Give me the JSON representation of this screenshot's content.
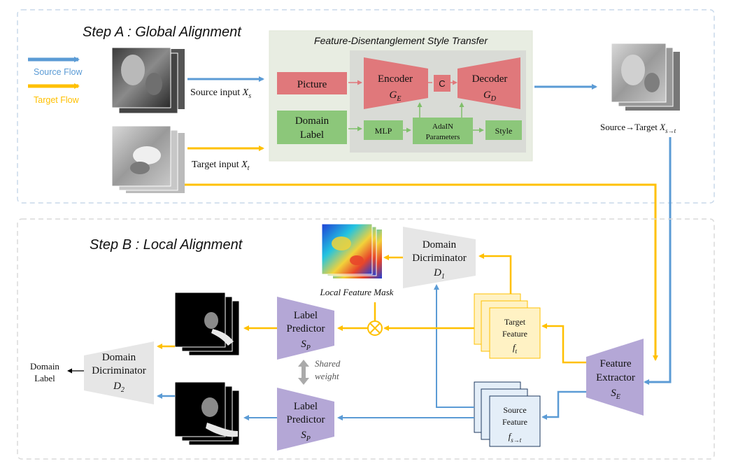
{
  "colors": {
    "blue": "#5b9bd5",
    "yellow": "#ffc000",
    "red_box": "#e0787b",
    "green_box": "#8cc77a",
    "purple": "#b4a7d6",
    "grey": "#e6e6e6",
    "panel_bg": "#e8ede2",
    "frame": "#c9d9ea"
  },
  "step_a": {
    "title": "Step A : Global Alignment",
    "legend": {
      "source": "Source Flow",
      "target": "Target  Flow"
    },
    "source_input": {
      "text": "Source input ",
      "var": "X",
      "sub": "s"
    },
    "target_input": {
      "text": "Target input ",
      "var": "X",
      "sub": "t"
    },
    "style_transfer": {
      "title": "Feature-Disentanglement Style Transfer",
      "picture": "Picture",
      "domain_label_1": "Domain",
      "domain_label_2": "Label",
      "encoder": "Encoder",
      "encoder_var": "G",
      "encoder_sub": "E",
      "concat": "C",
      "decoder": "Decoder",
      "decoder_var": "G",
      "decoder_sub": "D",
      "mlp": "MLP",
      "adain_1": "AdaIN",
      "adain_2": "Parameters",
      "style": "Style"
    },
    "output": {
      "text": "Source→Target ",
      "var": "X",
      "sub": "s→t"
    }
  },
  "step_b": {
    "title": "Step B : Local Alignment",
    "mask_label": "Local Feature Mask",
    "disc1": {
      "line1": "Domain",
      "line2": "Dicriminator",
      "var": "D",
      "sub": "1"
    },
    "disc2": {
      "line1": "Domain",
      "line2": "Dicriminator",
      "var": "D",
      "sub": "2"
    },
    "domain_label_out": {
      "line1": "Domain",
      "line2": "Label"
    },
    "label_predictor_top": {
      "line1": "Label",
      "line2": "Predictor",
      "var": "S",
      "sub": "P"
    },
    "label_predictor_bottom": {
      "line1": "Label",
      "line2": "Predictor",
      "var": "S",
      "sub": "P"
    },
    "shared": {
      "line1": "Shared",
      "line2": "weight"
    },
    "target_feature": {
      "line1": "Target",
      "line2": "Feature",
      "var": "f",
      "sub": "t"
    },
    "source_feature": {
      "line1": "Source",
      "line2": "Feature",
      "var": "f",
      "sub": "s→t"
    },
    "feature_extractor": {
      "line1": "Feature",
      "line2": "Extractor",
      "var": "S",
      "sub": "E"
    }
  }
}
